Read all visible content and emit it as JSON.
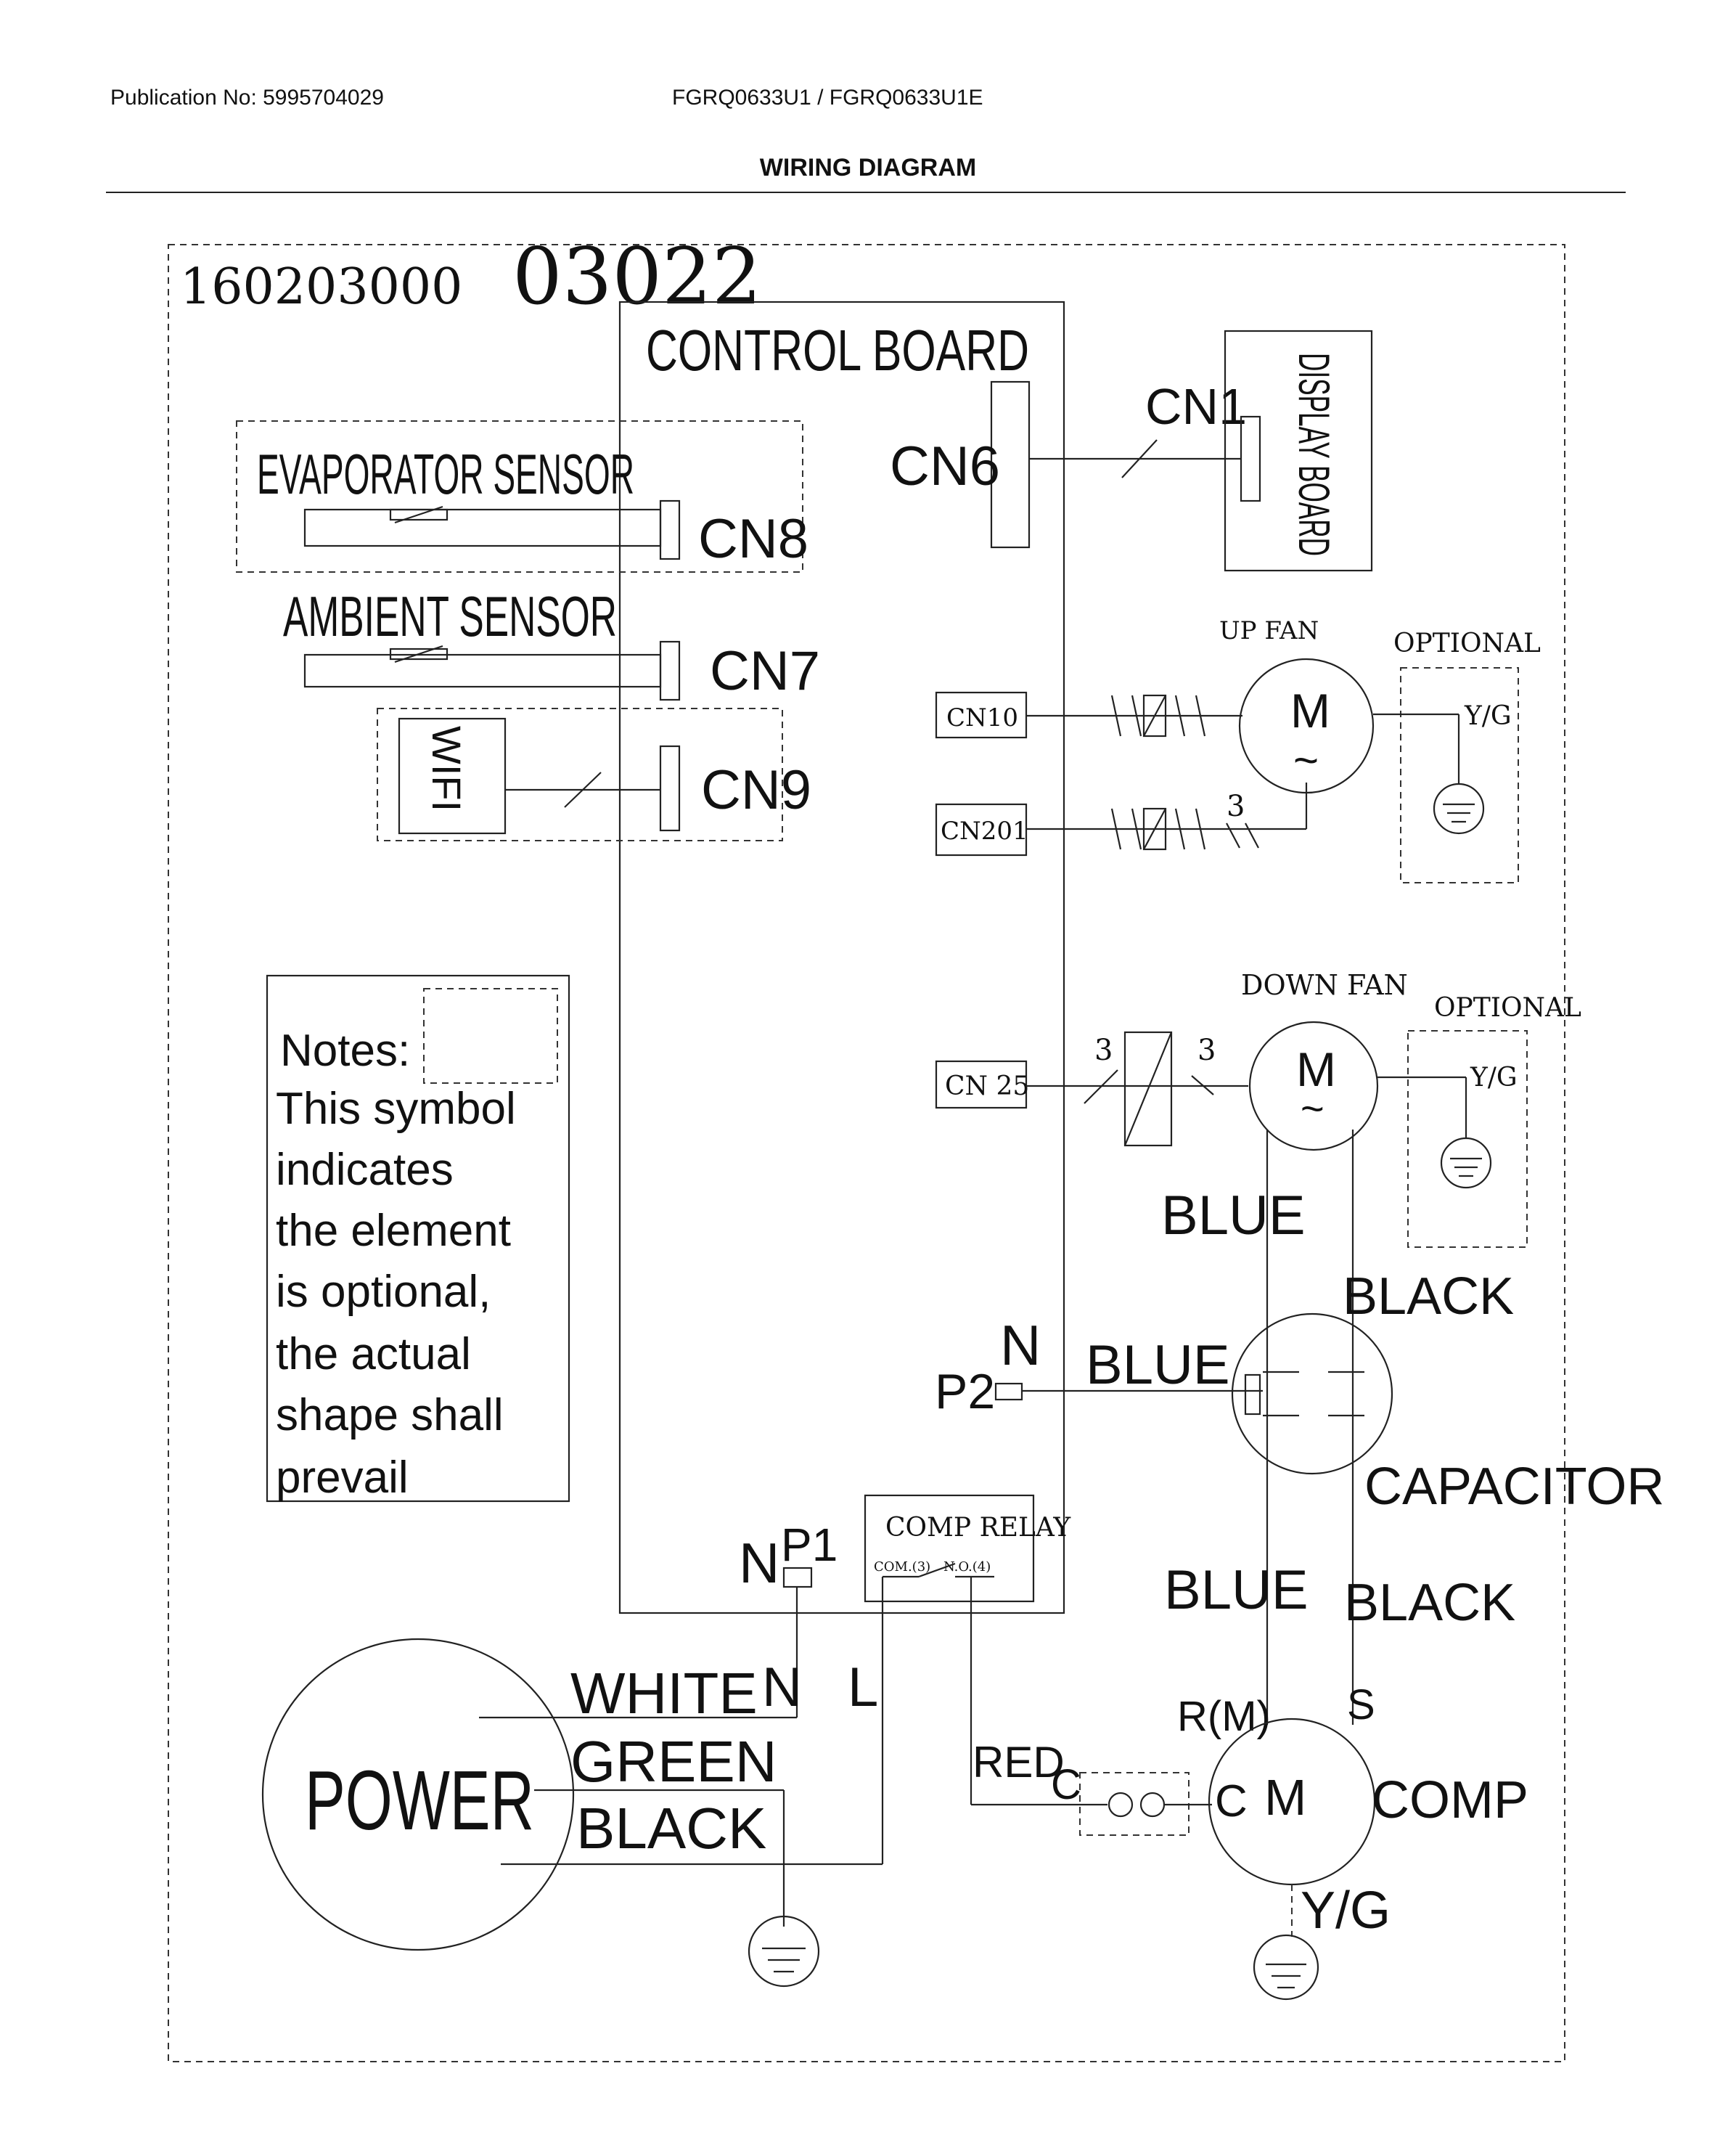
{
  "header": {
    "publication": "Publication No: 5995704029",
    "models": "FGRQ0633U1 / FGRQ0633U1E",
    "title": "WIRING DIAGRAM"
  },
  "diagram": {
    "code_small": "160203000",
    "code_large": "03022",
    "control_board": "CONTROL BOARD",
    "cn6": "CN6",
    "cn1": "CN1",
    "display_board": "DISPLAY BOARD",
    "evaporator_sensor": "EVAPORATOR SENSOR",
    "cn8": "CN8",
    "ambient_sensor": "AMBIENT SENSOR",
    "cn7": "CN7",
    "wifi": "WIFI",
    "cn9": "CN9",
    "up_fan": "UP FAN",
    "optional_1": "OPTIONAL",
    "cn10": "CN10",
    "cn201": "CN201",
    "motor_m_up": "M",
    "motor_tilde": "~",
    "yg_1": "Y/G",
    "wire_count_1": "3",
    "down_fan": "DOWN FAN",
    "optional_2": "OPTIONAL",
    "cn25": "CN 25",
    "wire_count_2": "3",
    "wire_count_3": "3",
    "motor_m_down": "M",
    "yg_2": "Y/G",
    "notes_title": "Notes:",
    "notes_lines": [
      "This symbol",
      "indicates",
      "the element",
      "is optional,",
      "the actual",
      "shape shall",
      "prevail"
    ],
    "blue_1": "BLUE",
    "black_1": "BLACK",
    "n_p2": "N",
    "p2": "P2",
    "blue_2": "BLUE",
    "capacitor": "CAPACITOR",
    "blue_3": "BLUE",
    "black_2": "BLACK",
    "comp_relay": "COMP RELAY",
    "com3": "COM.(3)",
    "no4": "N.O.(4)",
    "n_p1": "N",
    "p1": "P1",
    "white": "WHITE",
    "n_wire": "N",
    "l_wire": "L",
    "green": "GREEN",
    "black_3": "BLACK",
    "power": "POWER",
    "red": "RED",
    "c_fuse": "C",
    "c_comp": "C",
    "r_m": "R(M)",
    "s": "S",
    "comp_m": "M",
    "comp": "COMP",
    "yg_3": "Y/G"
  }
}
